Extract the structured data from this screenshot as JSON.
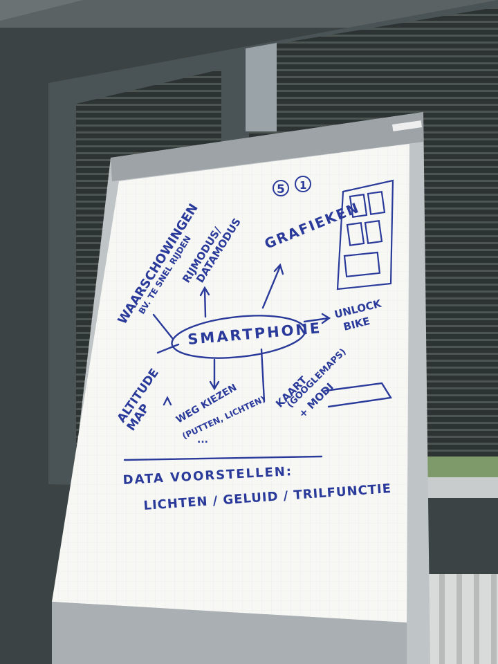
{
  "scene": {
    "center": "SMARTPHONE",
    "branches": {
      "warnings": "WAARSCHOWINGEN",
      "warnings_sub": "BV. TE SNEL RIJDEN",
      "mode_line1": "RIJMODUS/",
      "mode_line2": "DATAMODUS",
      "graphs": "GRAFIEKEN",
      "unlock_line1": "UNLOCK",
      "unlock_line2": "BIKE",
      "altitude_line1": "ALTITUDE",
      "altitude_line2": "MAP",
      "route_line1": "WEG KIEZEN",
      "route_line2": "(PUTTEN, LICHTEN)",
      "route_line3": "...",
      "map_line1": "KAART",
      "map_line2": "(GOOGLEMAPS)",
      "map_line3": "+ MODI"
    },
    "footer_line1": "DATA VOORSTELLEN:",
    "footer_line2": "LICHTEN / GELUID / TRILFUNCTIE",
    "badge_left": "5",
    "badge_right": "1"
  },
  "colors": {
    "ink": "#2a3a9a",
    "paper": "#f7f7f4",
    "wall": "#3c4446",
    "blinds": "#2e3433"
  }
}
